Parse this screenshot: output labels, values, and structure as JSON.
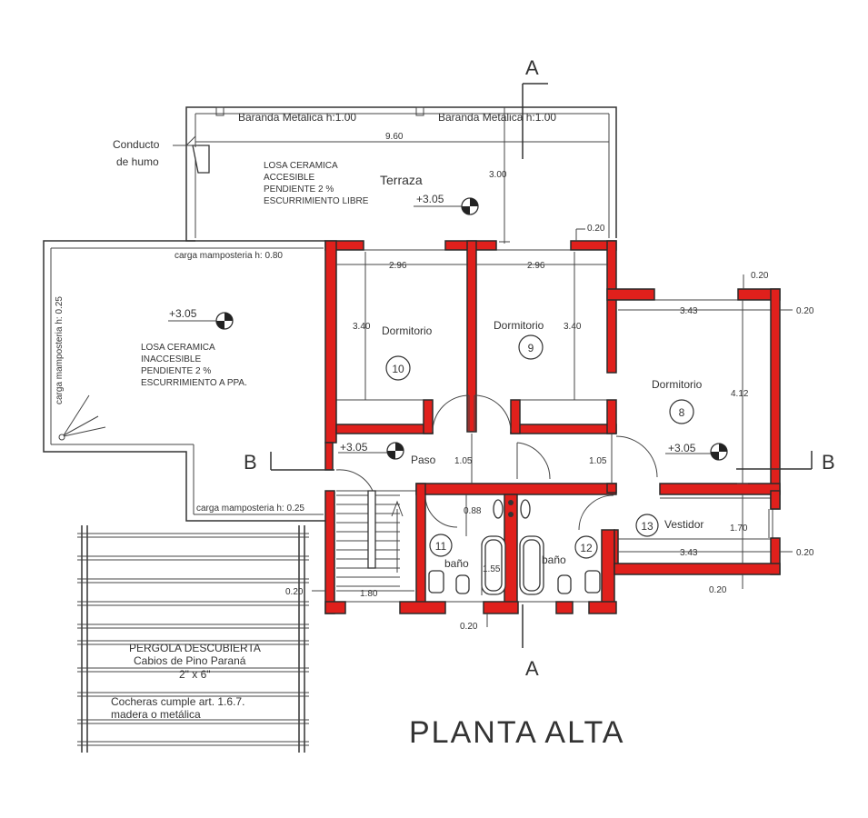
{
  "title": "PLANTA ALTA",
  "section_marks": {
    "a": "A",
    "b": "B"
  },
  "railings": [
    "Baranda Metalica h:1.00",
    "Baranda Metalica h:1.00"
  ],
  "labels": {
    "conducto": [
      "Conducto",
      "de humo"
    ],
    "terraza": "Terraza",
    "terraza_notes": [
      "LOSA CERAMICA",
      "ACCESIBLE",
      "PENDIENTE 2 %",
      "ESCURRIMIENTO LIBRE"
    ],
    "losa_notes": [
      "LOSA CERAMICA",
      "INACCESIBLE",
      "PENDIENTE 2 %",
      "ESCURRIMIENTO A PPA."
    ],
    "carga_top": "carga mamposteria h: 0.80",
    "carga_side": "carga mamposteria h: 0.25",
    "carga_bottom": "carga mamposteria h: 0.25",
    "paso": "Paso",
    "pergola": [
      "PERGOLA DESCUBIERTA",
      "Cabios de Pino Paraná",
      "2\" x 6\""
    ],
    "cocheras": [
      "Cocheras cumple art. 1.6.7.",
      "madera o metálica"
    ]
  },
  "levels": [
    "+3.05",
    "+3.05",
    "+3.05",
    "+3.05"
  ],
  "rooms": [
    {
      "name": "Dormitorio",
      "number": "10"
    },
    {
      "name": "Dormitorio",
      "number": "9"
    },
    {
      "name": "Dormitorio",
      "number": "8"
    },
    {
      "name": "baño",
      "number": "11"
    },
    {
      "name": "baño",
      "number": "12"
    },
    {
      "name": "Vestidor",
      "number": "13"
    }
  ],
  "dimensions": {
    "terrace_width": "9.60",
    "terrace_depth": "3.00",
    "wall_020_top": "0.20",
    "d10_width": "2.96",
    "d9_width": "2.96",
    "d10_depth": "3.40",
    "d9_depth": "3.40",
    "d8_width": "3.43",
    "d8_depth": "4.12",
    "d8_wall_top": "0.20",
    "d8_wall_right": "0.20",
    "paso_left": "1.05",
    "paso_right": "1.05",
    "bath_088": "0.88",
    "bath_155": "1.55",
    "vestidor_depth": "1.70",
    "vestidor_width": "3.43",
    "vestidor_wall_right": "0.20",
    "vestidor_wall_bottom": "0.20",
    "stair_width": "1.80",
    "stair_wall": "0.20",
    "bottom_wall": "0.20"
  },
  "colors": {
    "walls": "#e0201c",
    "lines": "#333333"
  }
}
